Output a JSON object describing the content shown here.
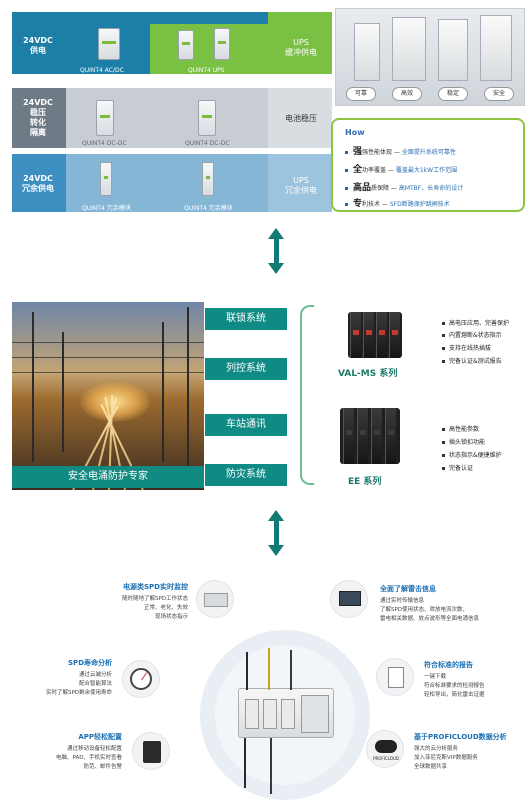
{
  "ups_table": {
    "rows": [
      {
        "left": "24VDC\n供电",
        "right": "UPS\n缓冲供电",
        "devices": [
          "QUINT4 AC/DC",
          "QUINT4 UPS"
        ]
      },
      {
        "left": "24VDC\n稳压\n转化\n隔离",
        "right": "电池稳压",
        "devices": [
          "QUINT4 DC-DC",
          "QUINT4 DC-DC"
        ]
      },
      {
        "left": "24VDC\n冗余供电",
        "right": "UPS\n冗余供电",
        "devices": [
          "QUINT4 冗余模块",
          "QUINT4 冗余模块"
        ]
      }
    ],
    "photo_tags": [
      "可靠",
      "高效",
      "稳定",
      "安全"
    ]
  },
  "how_panel": {
    "title": "How",
    "items": [
      {
        "big": "强",
        "rest": "强性能体现 — ",
        "hl": "全面提升系统可靠性"
      },
      {
        "big": "全",
        "rest": "功率覆盖 — ",
        "hl": "覆盖最大1kW工作范围"
      },
      {
        "big": "高品",
        "rest": "质保障 — ",
        "hl": "高MTBF，长寿命的设计"
      },
      {
        "big": "专",
        "rest": "利技术 — ",
        "hl": "SFD断路保护跳闸技术"
      }
    ]
  },
  "rail": {
    "caption": "安全电涌防护专家",
    "systems": [
      "联锁系统",
      "列控系统",
      "车站通讯",
      "防灾系统"
    ],
    "products": [
      {
        "title": "VAL-MS 系列",
        "features": [
          "高电压应用、完善保护",
          "内置熔断&状态指示",
          "支持在线热插拔",
          "完备认证&测试报告"
        ]
      },
      {
        "title": "EE 系列",
        "features": [
          "高性能参数",
          "插头锁扣功能",
          "状态指示&便捷维护",
          "完备认证"
        ]
      }
    ]
  },
  "monitoring": {
    "features": [
      {
        "title": "电源类SPD实时监控",
        "lines": [
          "随时随地了解SPD工作状态",
          "正常、老化、失效",
          "现场状态指示"
        ]
      },
      {
        "title": "全面了解雷击信息",
        "lines": [
          "通过实时传输信息",
          "了解SPD使用状态、泄放电流次数、",
          "雷电相关数据、放点波形等全面电涌信息"
        ]
      },
      {
        "title": "SPD寿命分析",
        "lines": [
          "通过云端分析",
          "配合智能算法",
          "实时了解SPD剩余使用寿命"
        ]
      },
      {
        "title": "符合标准的报告",
        "lines": [
          "一键下载",
          "符合标准要求的检测报告",
          "轻松导出，简化雷击证据"
        ]
      },
      {
        "title": "APP轻松配置",
        "lines": [
          "通过移动设备轻松配置",
          "电脑、PAD、手机实时查看",
          "防范、邮件告警"
        ]
      },
      {
        "title": "基于PROFICLOUD数据分析",
        "lines": [
          "强大的云分析服务",
          "加入菲尼克斯VIP数据服务",
          "全球数据共享"
        ]
      }
    ],
    "cloud_label": "PROFICLOUD"
  }
}
